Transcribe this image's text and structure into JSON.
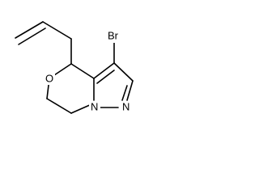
{
  "molecule": {
    "atoms": {
      "bromine": "Br",
      "oxygen": "O",
      "nitrogen_ring": "N",
      "nitrogen_fused": "N"
    },
    "colors": {
      "bond": "#000000",
      "label": "#000000",
      "background": "#ffffff"
    }
  }
}
